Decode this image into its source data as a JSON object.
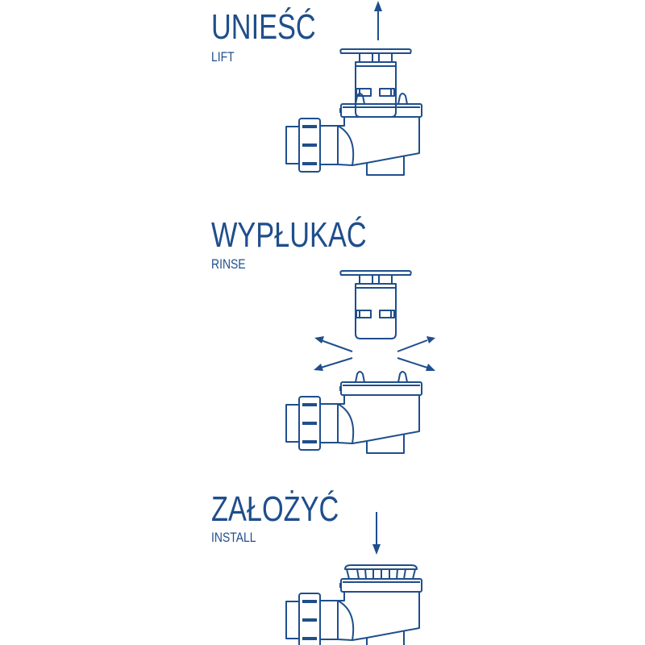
{
  "steps": [
    {
      "title": "UNIEŚĆ",
      "subtitle": "LIFT",
      "arrow": "up"
    },
    {
      "title": "WYPŁUKAĆ",
      "subtitle": "RINSE",
      "arrow": "outward"
    },
    {
      "title": "ZAŁOŻYĆ",
      "subtitle": "INSTALL",
      "arrow": "down"
    }
  ],
  "colors": {
    "accent": "#1f4e8c",
    "background": "#ffffff"
  }
}
